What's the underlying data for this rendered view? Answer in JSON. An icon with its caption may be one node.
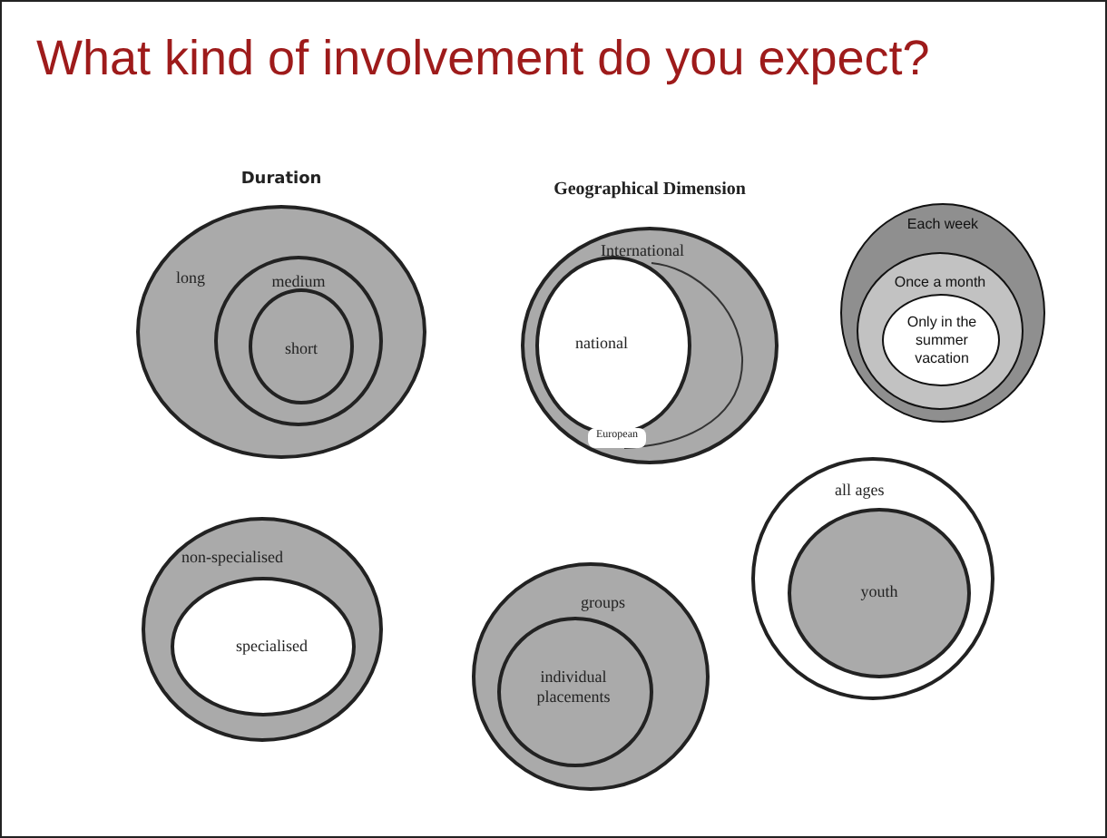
{
  "diagram": {
    "title": "What kind of involvement do you expect?",
    "nodes": [
      {
        "text": [
          "Duration",
          "long"
        ]
      },
      {
        "text": [
          "medium"
        ],
        "in": 0
      },
      {
        "text": [
          "short"
        ],
        "in": 1
      },
      {
        "text": [
          "Geographical Dimension",
          "International"
        ]
      },
      {
        "text": [
          "national"
        ],
        "in": 3
      },
      {
        "text": [
          "European"
        ],
        "in": 3
      },
      {
        "text": [
          "Each week"
        ]
      },
      {
        "text": [
          "Once a month"
        ],
        "in": 6
      },
      {
        "text": [
          "Only in the summer vacation"
        ],
        "in": 7
      },
      {
        "text": [
          "non-specialised"
        ]
      },
      {
        "text": [
          "specialised"
        ],
        "in": 9
      },
      {
        "text": [
          "groups"
        ]
      },
      {
        "text": [
          "individual placements"
        ],
        "in": 11
      },
      {
        "text": [
          "all ages"
        ]
      },
      {
        "text": [
          "youth"
        ],
        "in": 13
      }
    ]
  }
}
